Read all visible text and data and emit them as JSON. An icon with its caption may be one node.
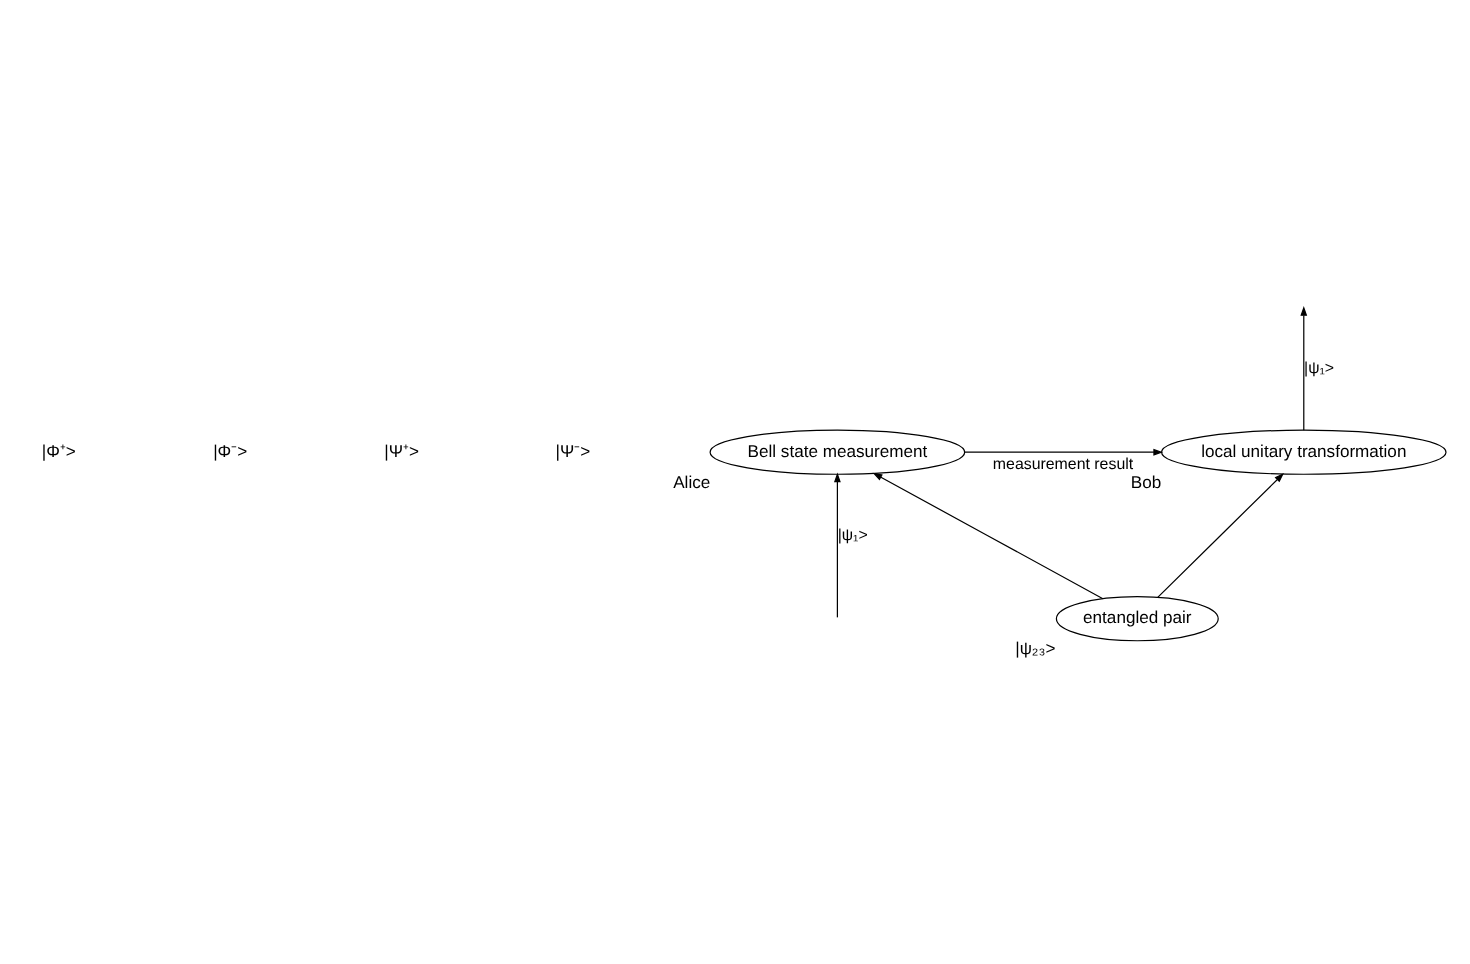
{
  "diagram": {
    "nodes": [
      {
        "text": [
          "Bell state measurement"
        ],
        "beside": [
          "Alice"
        ]
      },
      {
        "text": [
          "local unitary transformation"
        ],
        "beside": [
          "Bob"
        ]
      },
      {
        "text": [
          "entangled pair"
        ],
        "beside": [
          "|ψ₂₃>"
        ]
      }
    ],
    "edges": [
      {
        "from": null,
        "to": 0,
        "arrow": "to",
        "label": "|ψ₁>"
      },
      {
        "from": 2,
        "to": 0,
        "arrow": "to"
      },
      {
        "from": 2,
        "to": 1,
        "arrow": "to"
      },
      {
        "from": 0,
        "to": 1,
        "arrow": "to",
        "label": "measurement result"
      },
      {
        "from": 1,
        "to": null,
        "arrow": "to",
        "label": "|ψ₁>"
      }
    ],
    "labels": [
      "|Ψ⁻>",
      "|Ψ⁺>",
      "|Φ⁻>",
      "|Φ⁺>"
    ]
  }
}
